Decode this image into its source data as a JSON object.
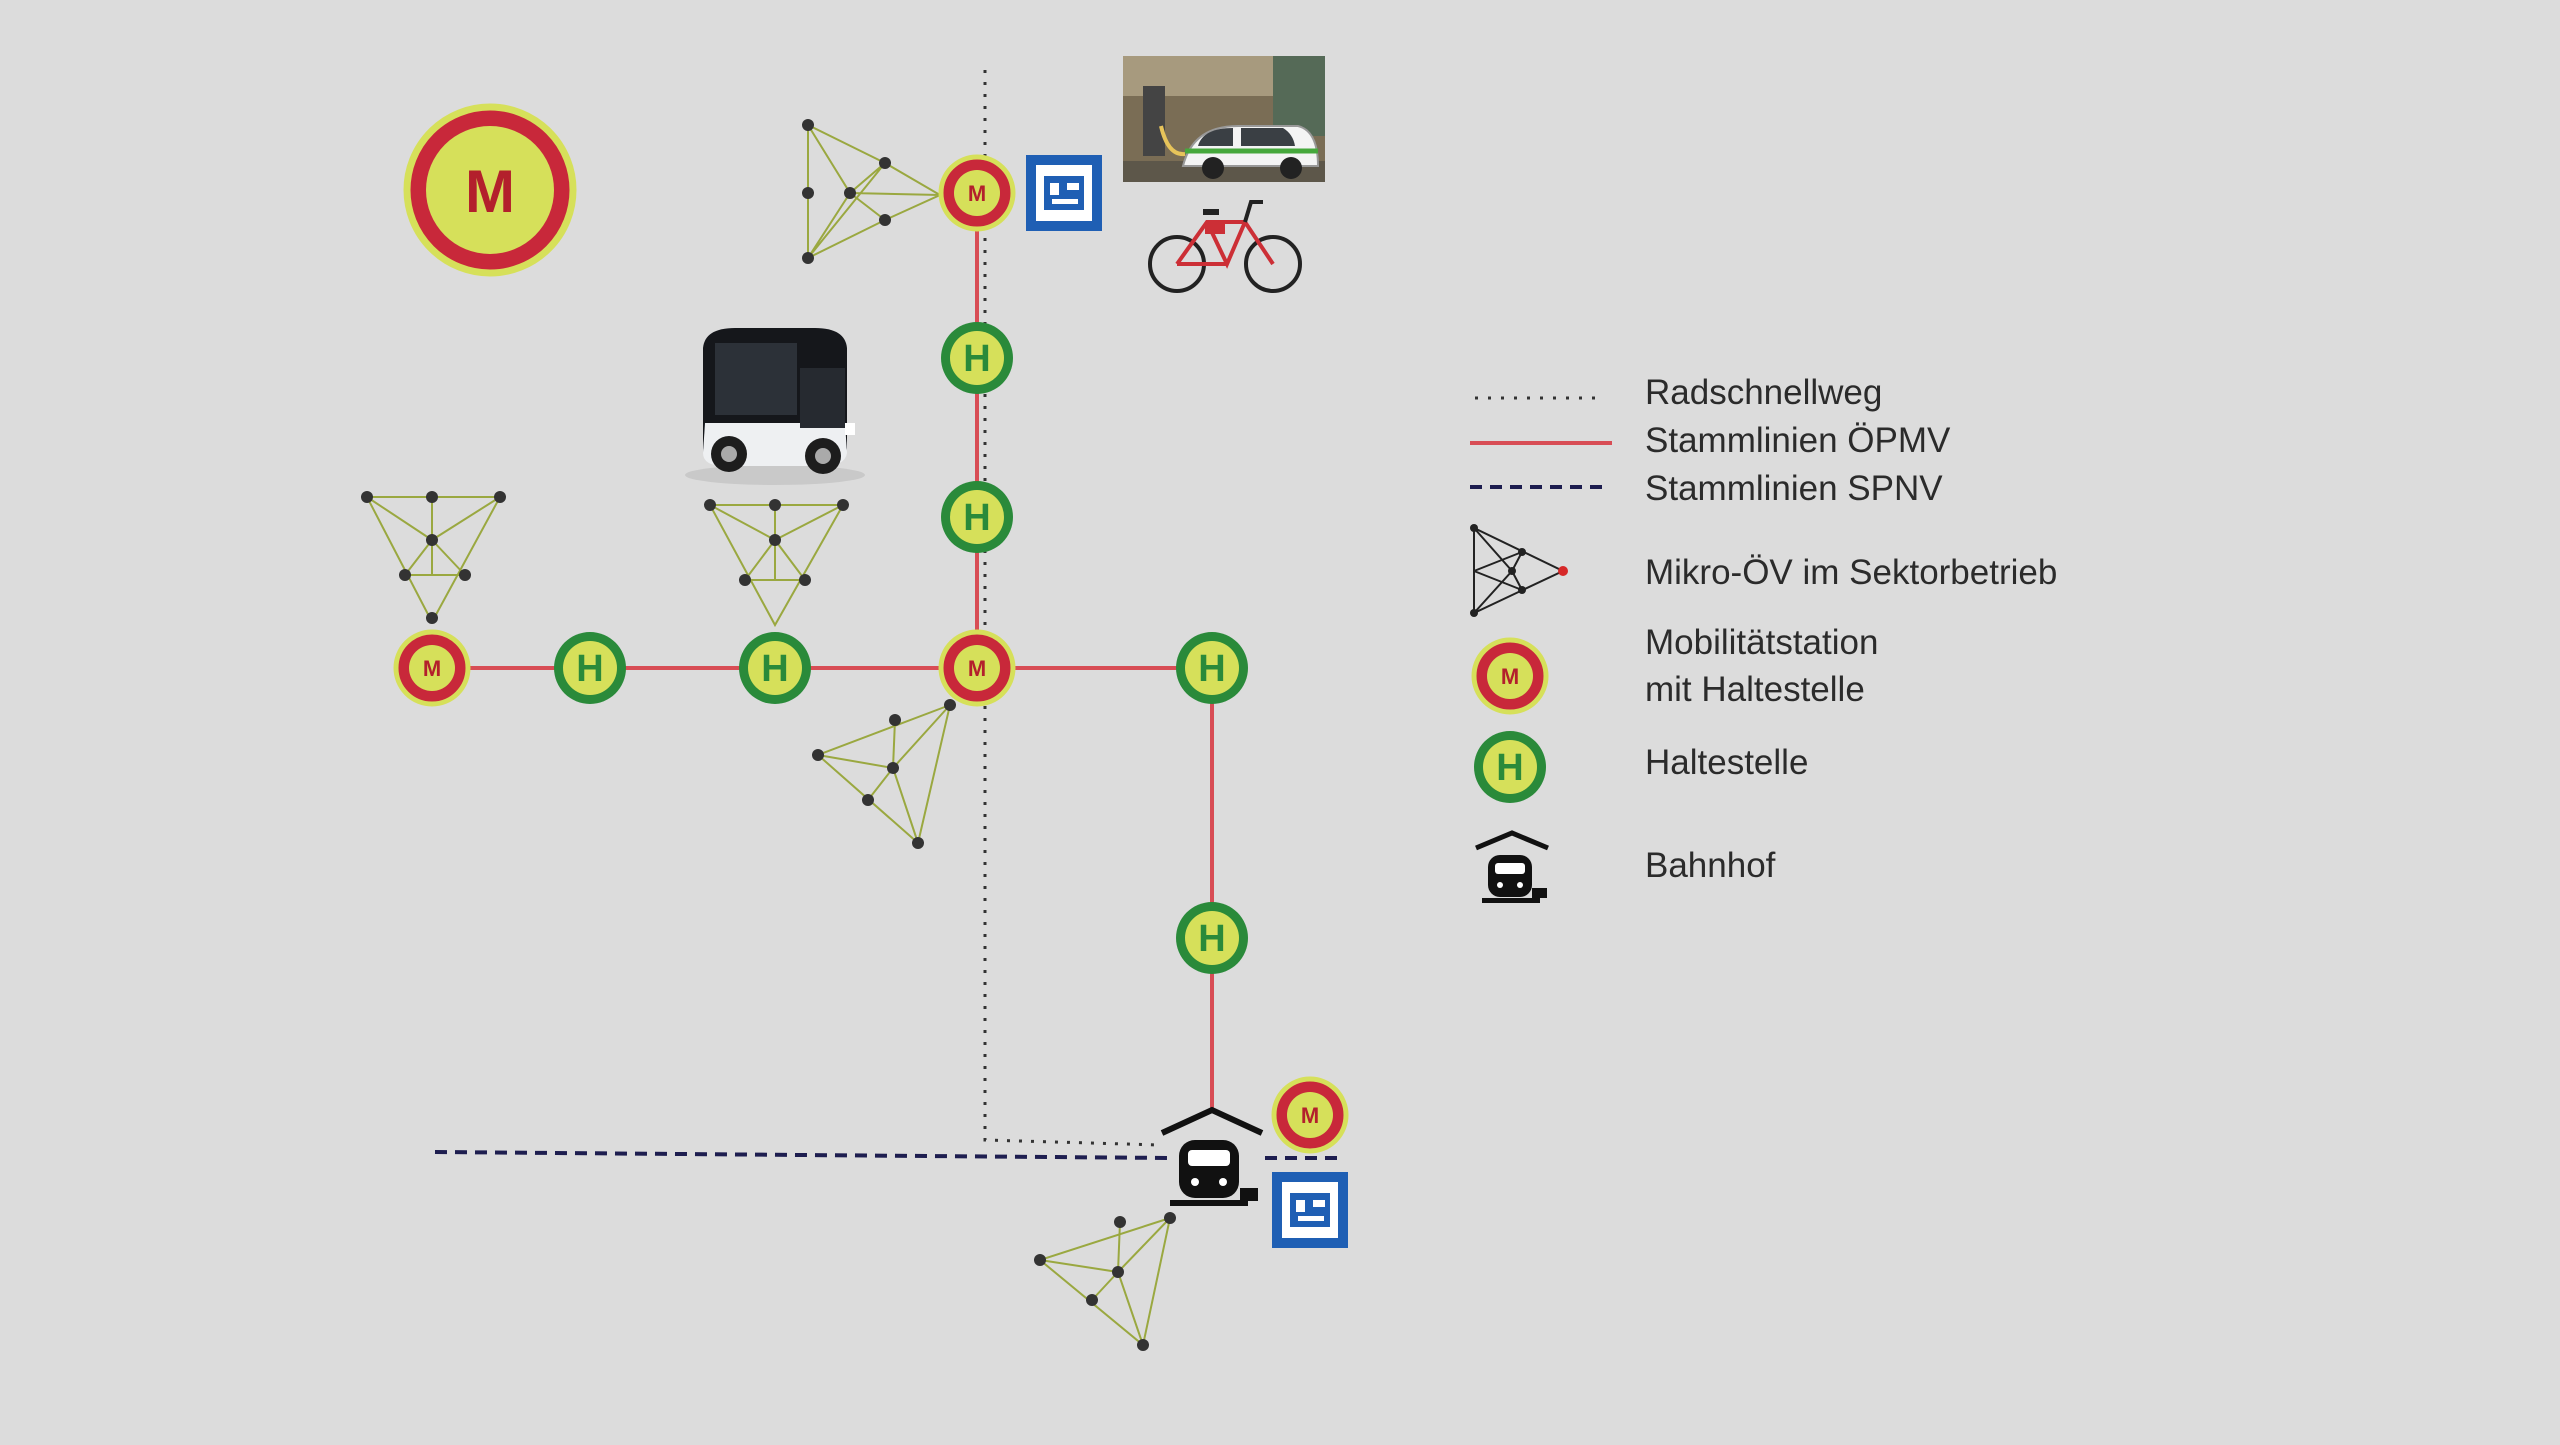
{
  "symbols": {
    "mobility_letter": "M",
    "stop_letter": "H"
  },
  "legend": {
    "radschnellweg": "Radschnellweg",
    "stammlinien_opmv": "Stammlinien ÖPMV",
    "stammlinien_spnv": "Stammlinien SPNV",
    "mikro_ov": "Mikro-ÖV im Sektorbetrieb",
    "mobilitaetstation_line1": "Mobilitätstation",
    "mobilitaetstation_line2": "mit Haltestelle",
    "haltestelle": "Haltestelle",
    "bahnhof": "Bahnhof"
  },
  "colors": {
    "background": "#dcdcdc",
    "opmv_line": "#d84d55",
    "spnv_line": "#1d1d4f",
    "bike_path": "#333333",
    "mobility_ring": "#c8283a",
    "stop_ring": "#2a8a3a",
    "symbol_fill": "#d6e05a",
    "parking_sign": "#1f5fb4"
  }
}
